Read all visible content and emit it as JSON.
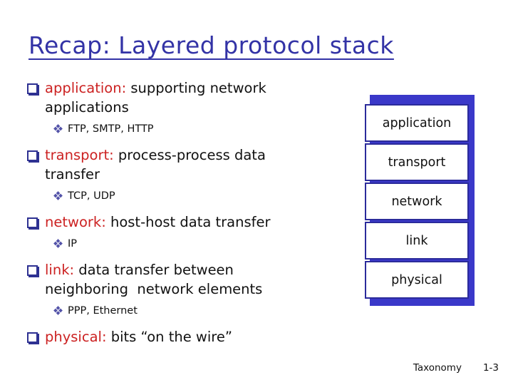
{
  "slide": {
    "title": "Recap: Layered protocol stack",
    "footer": {
      "section": "Taxonomy",
      "page": "1-3"
    }
  },
  "bullets": [
    {
      "keyword": "application:",
      "line1": "supporting network",
      "line2": "applications",
      "sub": "FTP, SMTP, HTTP"
    },
    {
      "keyword": "transport:",
      "line1": "process-process data",
      "line2": "transfer",
      "sub": "TCP, UDP"
    },
    {
      "keyword": "network:",
      "line1": "host-host data transfer",
      "sub": "IP"
    },
    {
      "keyword": "link:",
      "line1": "data transfer between",
      "line2": "neighboring  network elements",
      "sub": "PPP, Ethernet"
    },
    {
      "keyword": "physical:",
      "line1": "bits “on the wire”"
    }
  ],
  "stack": {
    "layers": [
      "application",
      "transport",
      "network",
      "link",
      "physical"
    ]
  },
  "colors": {
    "title_blue": "#3333A6",
    "keyword_red": "#CC2222",
    "body_text": "#111111",
    "bullet_square_navy": "#2E3192",
    "diamond_purple": "#5252A8",
    "stack_backing_blue": "#3A38C9",
    "layer_box_border": "#2B2B9B"
  }
}
